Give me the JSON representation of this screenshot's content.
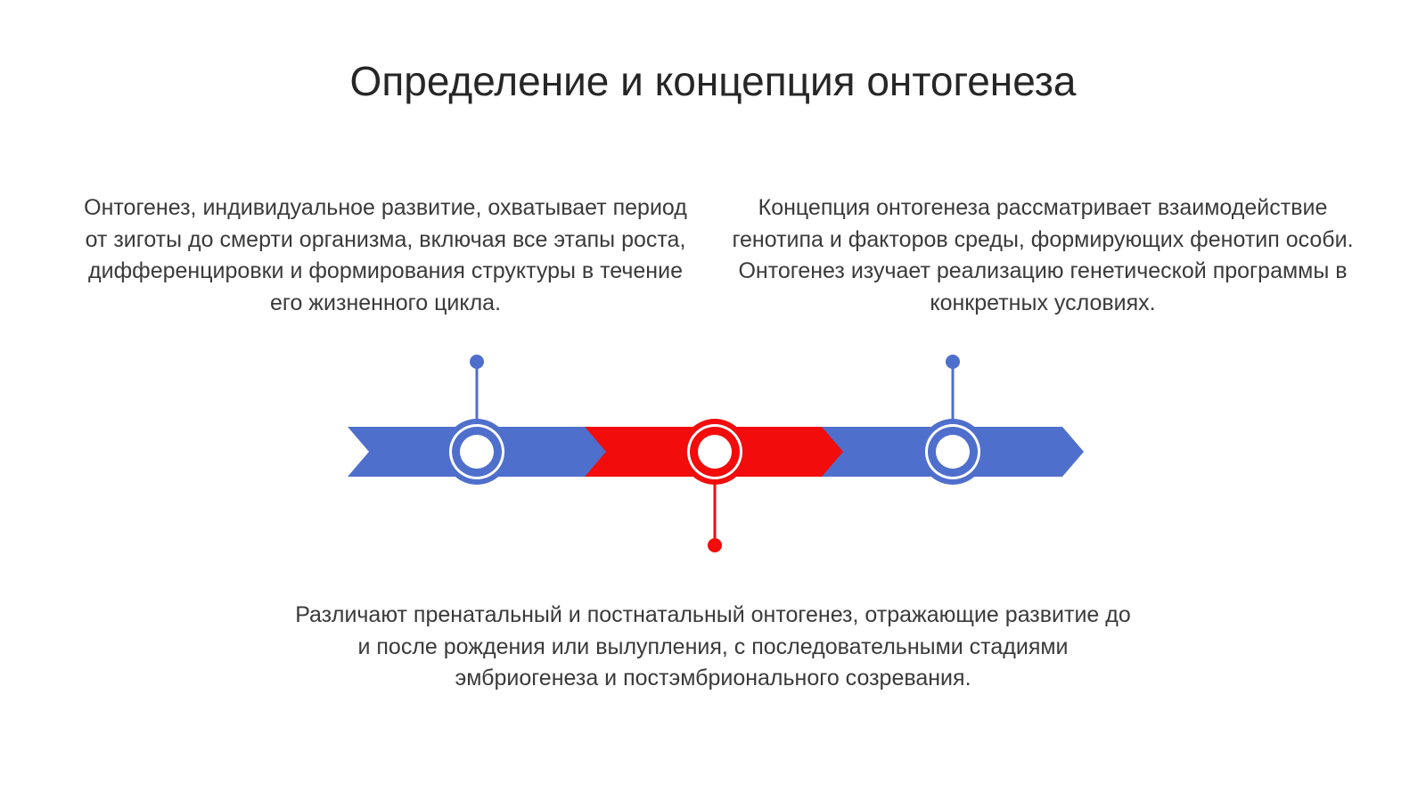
{
  "slide": {
    "title": "Определение и концепция онтогенеза"
  },
  "blocks": [
    {
      "text": "Онтогенез, индивидуальное развитие, охватывает период от зиготы до смерти организма, включая все этапы роста, дифференцировки и формирования структуры в течение его жизненного цикла."
    },
    {
      "text": "Концепция онтогенеза рассматривает взаимодействие генотипа и факторов среды, формирующих фенотип особи. Онтогенез изучает реализацию генетической программы в конкретных условиях."
    },
    {
      "text": "Различают пренатальный и постнатальный онтогенез, отражающие развитие до и после рождения или вылупления, с последовательными стадиями эмбриогенеза и постэмбрионального созревания."
    }
  ],
  "colors": {
    "blue": "#4f6fcc",
    "red": "#f20c0c",
    "text": "#3a3a3a",
    "title": "#262626"
  }
}
